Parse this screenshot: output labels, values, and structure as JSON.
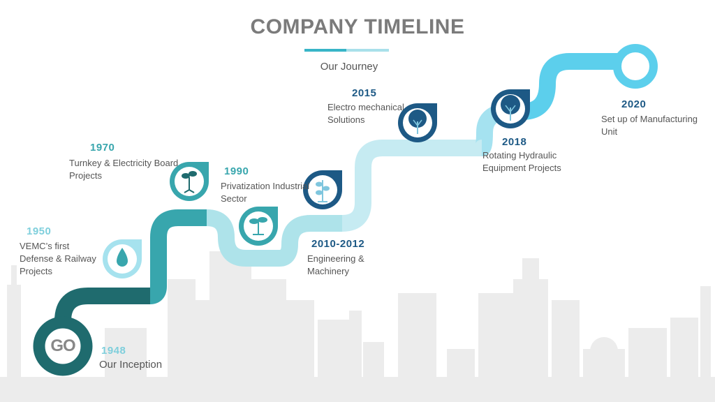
{
  "title": "COMPANY TIMELINE",
  "subtitle": "Our Journey",
  "start_label": "GO",
  "colors": {
    "dark_teal": "#1f6b6e",
    "mid_teal": "#38a6ad",
    "light_teal": "#aee3ea",
    "navy": "#1d5985",
    "sky": "#5ccfec",
    "skyline": "#ececec"
  },
  "milestones": [
    {
      "year": "1948",
      "lines": [
        "Our Inception"
      ]
    },
    {
      "year": "1950",
      "lines": [
        "VEMC’s first",
        "Defense & Railway",
        "Projects"
      ],
      "icon": "water-drop-icon"
    },
    {
      "year": "1970",
      "lines": [
        "Turnkey & Electricity Board",
        "Projects"
      ],
      "icon": "sprout-root-icon"
    },
    {
      "year": "1990",
      "lines": [
        "Privatization Industrial",
        "Sector"
      ],
      "icon": "seedling-icon"
    },
    {
      "year": "2010-2012",
      "lines": [
        "Engineering &",
        "Machinery"
      ],
      "icon": "young-plant-icon"
    },
    {
      "year": "2015",
      "lines": [
        "Electro mechanical",
        "Solutions"
      ],
      "icon": "tree-icon"
    },
    {
      "year": "2018",
      "lines": [
        "Rotating Hydraulic",
        "Equipment Projects"
      ],
      "icon": "big-tree-icon"
    },
    {
      "year": "2020",
      "lines": [
        "Set up of Manufacturing",
        "Unit"
      ]
    }
  ]
}
